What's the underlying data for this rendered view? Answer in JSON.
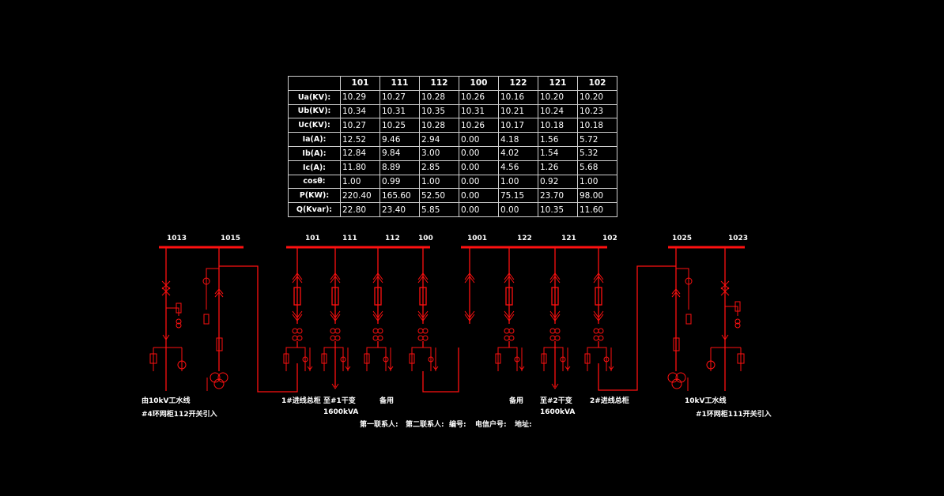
{
  "table": {
    "columns": [
      "101",
      "111",
      "112",
      "100",
      "122",
      "121",
      "102"
    ],
    "rows": [
      {
        "label": "Ua(KV):",
        "values": [
          "10.29",
          "10.27",
          "10.28",
          "10.26",
          "10.16",
          "10.20",
          "10.20"
        ]
      },
      {
        "label": "Ub(KV):",
        "values": [
          "10.34",
          "10.31",
          "10.35",
          "10.31",
          "10.21",
          "10.24",
          "10.23"
        ]
      },
      {
        "label": "Uc(KV):",
        "values": [
          "10.27",
          "10.25",
          "10.28",
          "10.26",
          "10.17",
          "10.18",
          "10.18"
        ]
      },
      {
        "label": "Ia(A):",
        "values": [
          "12.52",
          "9.46",
          "2.94",
          "0.00",
          "4.18",
          "1.56",
          "5.72"
        ]
      },
      {
        "label": "Ib(A):",
        "values": [
          "12.84",
          "9.84",
          "3.00",
          "0.00",
          "4.02",
          "1.54",
          "5.32"
        ]
      },
      {
        "label": "Ic(A):",
        "values": [
          "11.80",
          "8.89",
          "2.85",
          "0.00",
          "4.56",
          "1.26",
          "5.68"
        ]
      },
      {
        "label": "cosθ:",
        "values": [
          "1.00",
          "0.99",
          "1.00",
          "0.00",
          "1.00",
          "0.92",
          "1.00"
        ]
      },
      {
        "label": "P(KW):",
        "values": [
          "220.40",
          "165.60",
          "52.50",
          "0.00",
          "75.15",
          "23.70",
          "98.00"
        ]
      },
      {
        "label": "Q(Kvar):",
        "values": [
          "22.80",
          "23.40",
          "5.85",
          "0.00",
          "0.00",
          "10.35",
          "11.60"
        ]
      }
    ]
  },
  "bays": {
    "b1013": "1013",
    "b1015": "1015",
    "b101": "101",
    "b111": "111",
    "b112": "112",
    "b100": "100",
    "b1001": "1001",
    "b122": "122",
    "b121": "121",
    "b102": "102",
    "b1025": "1025",
    "b1023": "1023"
  },
  "labels": {
    "left_source_1": "由10kV工水线",
    "left_source_2": "#4环网柜112开关引入",
    "incoming_1": "1#进线总柜",
    "to_t1": "至#1干变",
    "t1_rating": "1600kVA",
    "spare_left": "备用",
    "spare_right": "备用",
    "to_t2": "至#2干变",
    "t2_rating": "1600kVA",
    "incoming_2": "2#进线总柜",
    "right_source_1": "10kV工水线",
    "right_source_2": "#1环网柜111开关引入"
  },
  "footer": {
    "contact1": "第一联系人:",
    "contact2": "第二联系人:",
    "code": "编号:",
    "account": "电信户号:",
    "address": "地址:"
  },
  "colors": {
    "line": "#ff1010",
    "text": "#ffffff",
    "background": "#000000"
  }
}
